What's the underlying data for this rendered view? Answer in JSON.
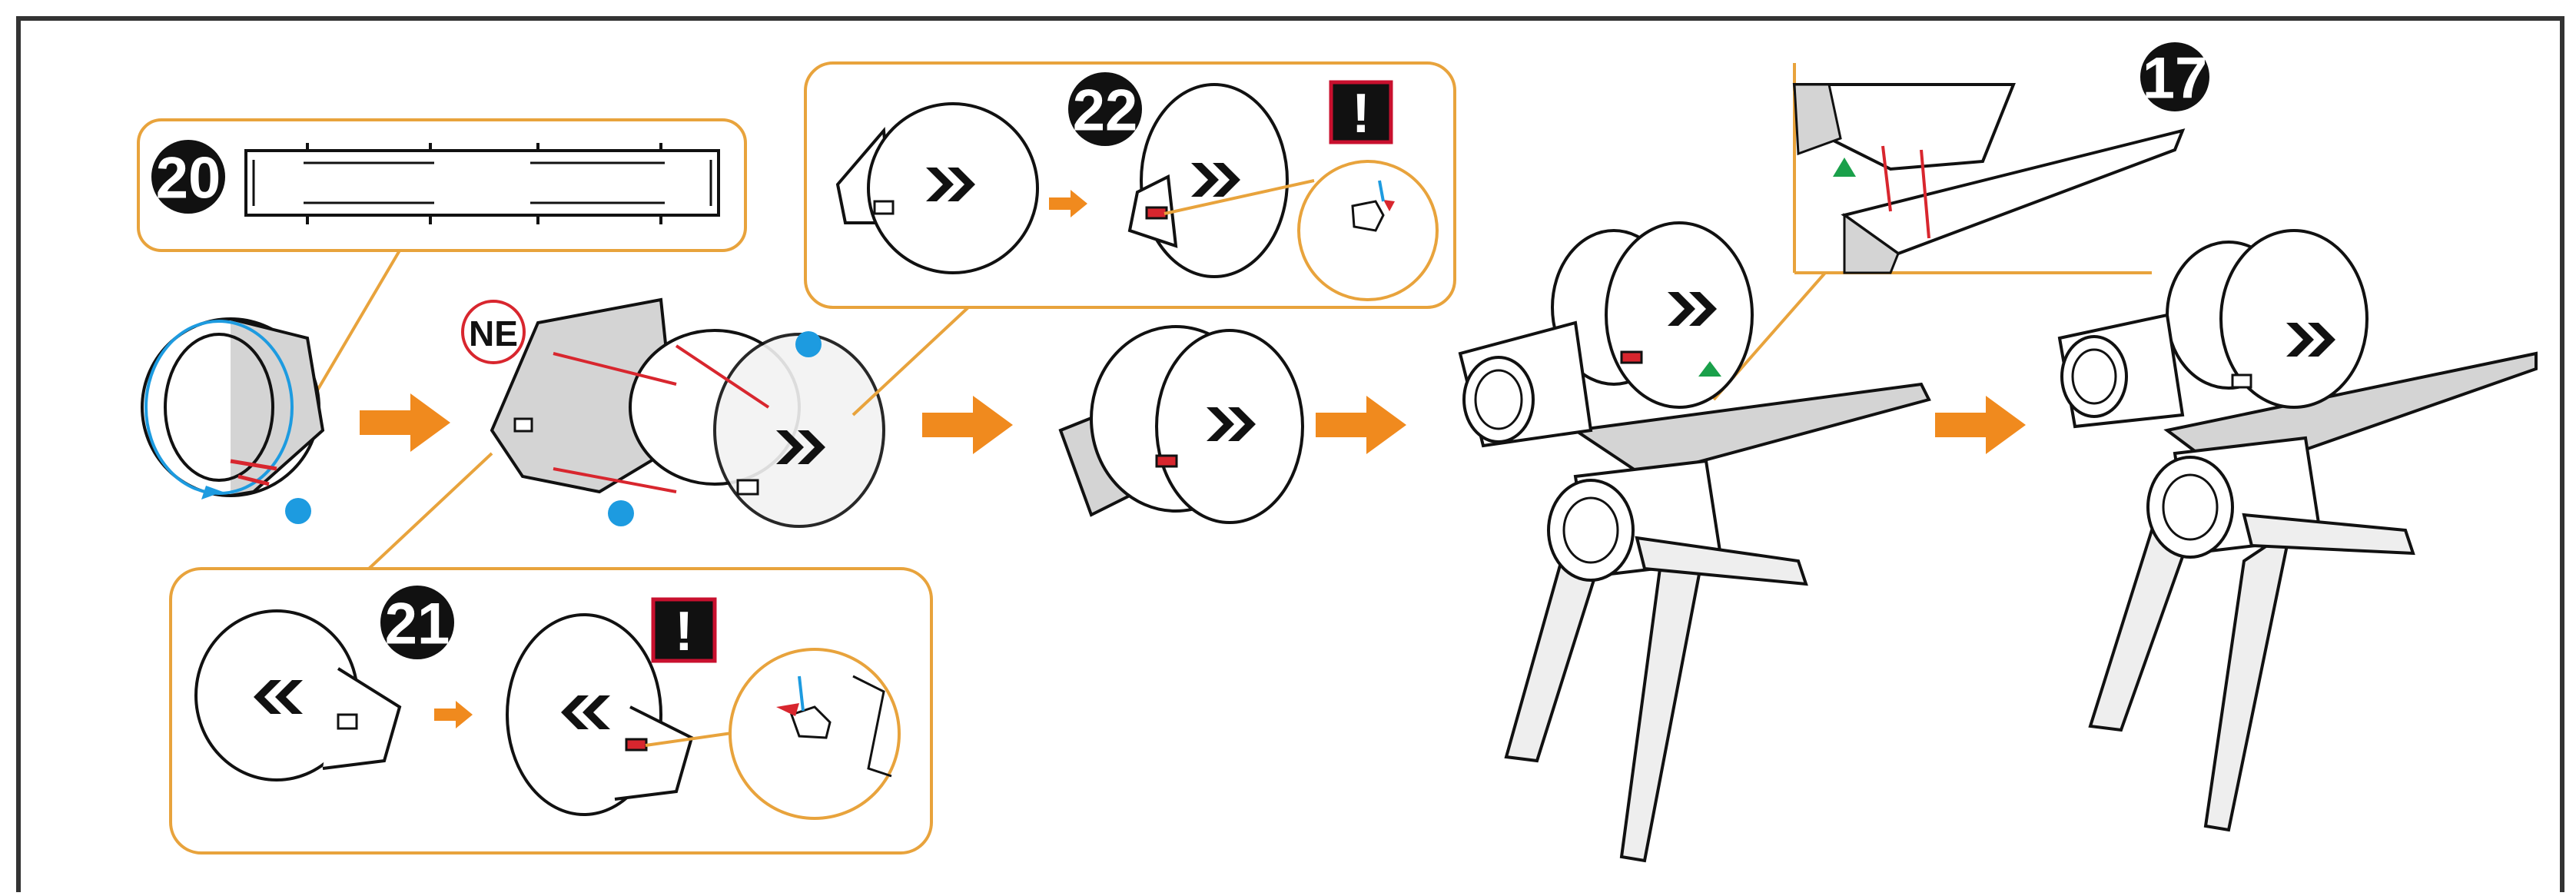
{
  "page": {
    "background": "#ffffff",
    "frame_color": "#333333"
  },
  "colors": {
    "callout_border": "#e8a33c",
    "arrow_orange": "#f08a1e",
    "dot_blue": "#1d9be0",
    "guide_red": "#d8262e",
    "triangle_green": "#1aa04a",
    "warning_red": "#c8102e",
    "part_gray": "#d4d4d4",
    "step_badge": "#111111"
  },
  "steps": {
    "s20": "20",
    "s21": "21",
    "s22": "22",
    "s17": "17"
  },
  "labels": {
    "ne_tag": "NE",
    "warning_mark": "!"
  },
  "icons": {
    "warning": "warning-icon",
    "flow_arrow": "orange-flow-arrow",
    "align_dot": "blue-alignment-dot",
    "align_triangle": "green-alignment-triangle",
    "chevron": "double-chevron-mark"
  }
}
